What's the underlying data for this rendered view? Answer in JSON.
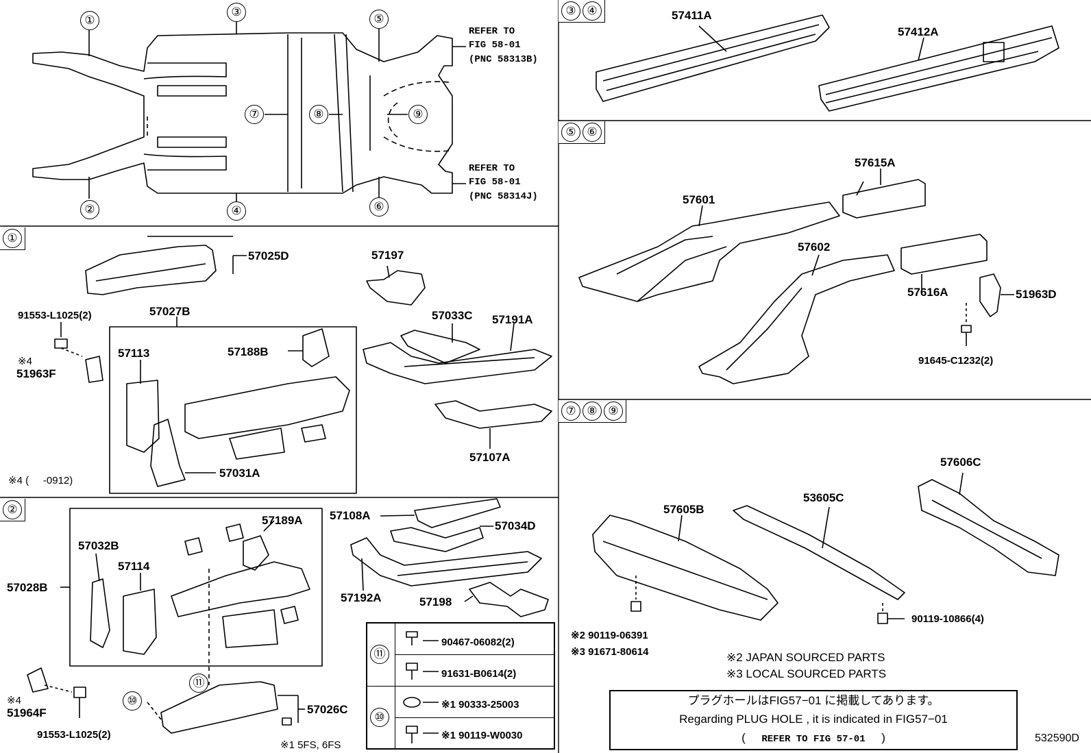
{
  "diagram_id": "532590D",
  "sections": {
    "overview": {
      "refer_front": [
        "REFER TO",
        "FIG 58-01",
        "(PNC 58313B)"
      ],
      "refer_rear": [
        "REFER TO",
        "FIG 58-01",
        "(PNC 58314J)"
      ],
      "callouts": [
        "①",
        "②",
        "③",
        "④",
        "⑤",
        "⑥",
        "⑦",
        "⑧",
        "⑨"
      ]
    },
    "s34": {
      "tags": [
        "③",
        "④"
      ],
      "parts": [
        "57411A",
        "57412A"
      ]
    },
    "s56": {
      "tags": [
        "⑤",
        "⑥"
      ],
      "parts": [
        "57615A",
        "57601",
        "57602",
        "57616A",
        "51963D",
        "91645-C1232(2)"
      ]
    },
    "s789": {
      "tags": [
        "⑦",
        "⑧",
        "⑨"
      ],
      "parts": [
        "57606C",
        "53605C",
        "57605B",
        "※2 90119-06391",
        "※3 91671-80614",
        "90119-10866(4)"
      ],
      "notes": [
        "※2 JAPAN SOURCED PARTS",
        "※3 LOCAL SOURCED PARTS"
      ]
    },
    "s1": {
      "tag": "①",
      "parts": [
        "57025D",
        "91553-L1025(2)",
        "※4",
        "51963F",
        "57027B",
        "57113",
        "57188B",
        "57031A",
        "57197",
        "57033C",
        "57191A",
        "57107A"
      ],
      "footnote": "※4 (     -0912)"
    },
    "s2": {
      "tag": "②",
      "parts": [
        "57108A",
        "57034D",
        "57192A",
        "57198",
        "57032B",
        "57114",
        "57189A",
        "57028B",
        "※4",
        "51964F",
        "91553-L1025(2)",
        "⑪",
        "⑩",
        "57026C"
      ],
      "footnote": "※1 5FS, 6FS"
    }
  },
  "hardware_table": {
    "group11": {
      "tag": "⑪",
      "items": [
        "90467-06082(2)",
        "91631-B0614(2)"
      ]
    },
    "group10": {
      "tag": "⑩",
      "items": [
        "※1 90333-25003",
        "※1 90119-W0030"
      ]
    }
  },
  "plug_note": {
    "line1": "プラグホールはFIG57−01 に掲載してあります。",
    "line2": "Regarding PLUG HOLE , it is indicated in FIG57−01",
    "line3": [
      "(",
      "REFER TO FIG 57-01",
      ")"
    ]
  },
  "colors": {
    "line": "#000000",
    "background": "#ffffff"
  }
}
